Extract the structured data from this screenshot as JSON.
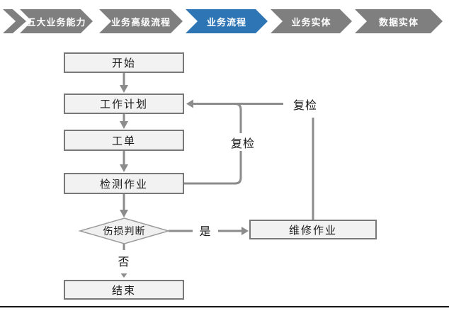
{
  "breadcrumb": {
    "items": [
      {
        "label": "五大业务能力",
        "active": false
      },
      {
        "label": "业务高级流程",
        "active": false
      },
      {
        "label": "业务流程",
        "active": true
      },
      {
        "label": "业务实体",
        "active": false
      },
      {
        "label": "数据实体",
        "active": false
      }
    ],
    "colors": {
      "inactive": "#7f7f7f",
      "active": "#2e75b6",
      "text": "#ffffff"
    }
  },
  "flowchart": {
    "nodes": [
      {
        "id": "start",
        "label": "开始",
        "type": "process"
      },
      {
        "id": "plan",
        "label": "工作计划",
        "type": "process"
      },
      {
        "id": "order",
        "label": "工单",
        "type": "process"
      },
      {
        "id": "inspect",
        "label": "检测作业",
        "type": "process"
      },
      {
        "id": "judge",
        "label": "伤损判断",
        "type": "decision"
      },
      {
        "id": "repair",
        "label": "维修作业",
        "type": "process"
      },
      {
        "id": "end",
        "label": "结束",
        "type": "process"
      }
    ],
    "edge_labels": {
      "recheck_inspect": "复检",
      "recheck_repair": "复检",
      "yes": "是",
      "no": "否"
    },
    "colors": {
      "node_fill": "#f2f2f2",
      "node_border": "#787878",
      "line": "#8c8c8c",
      "text": "#1a1a1a"
    }
  }
}
